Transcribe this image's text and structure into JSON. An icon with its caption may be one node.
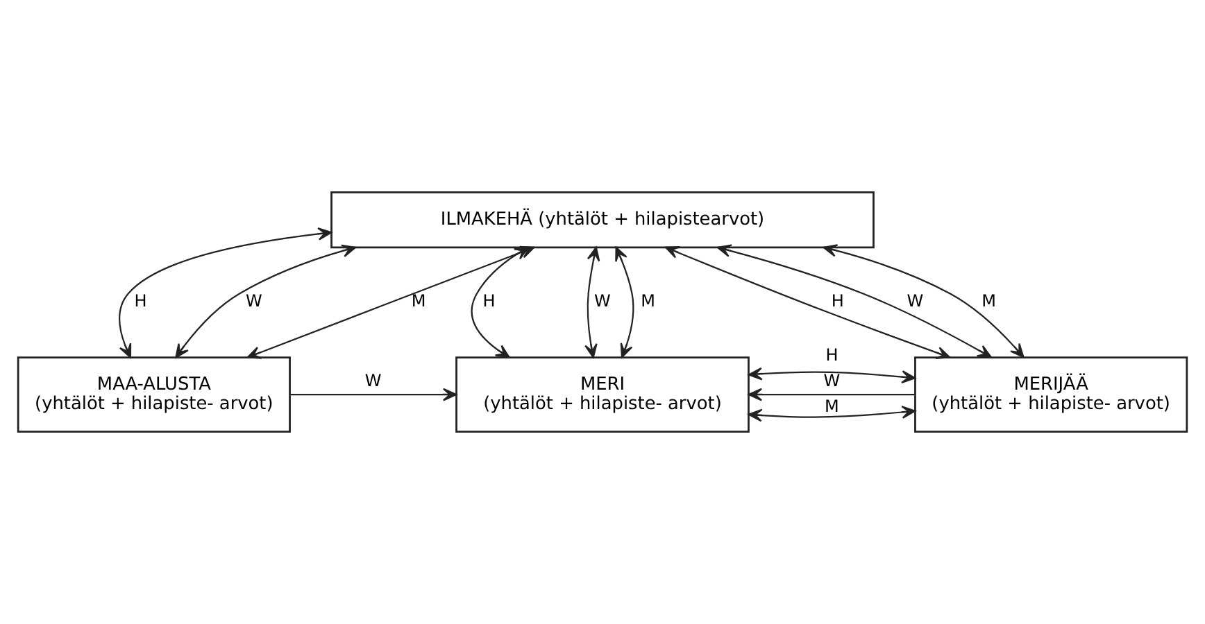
{
  "diagram": {
    "nodes": [
      {
        "text": [
          "ILMAKEHÄ (yhtälöt + hilapistearvot)"
        ]
      },
      {
        "text": [
          "MAA-ALUSTA",
          "(yhtälöt + hilapiste- arvot)"
        ]
      },
      {
        "text": [
          "MERI",
          "(yhtälöt + hilapiste- arvot)"
        ]
      },
      {
        "text": [
          "MERIJÄÄ",
          "(yhtälöt + hilapiste- arvot)"
        ]
      }
    ],
    "edges": [
      {
        "from": 0,
        "to": 1,
        "arrow": "both",
        "label": "H"
      },
      {
        "from": 0,
        "to": 1,
        "arrow": "both",
        "label": "W"
      },
      {
        "from": 0,
        "to": 1,
        "arrow": "both",
        "label": "M"
      },
      {
        "from": 0,
        "to": 2,
        "arrow": "both",
        "label": "H"
      },
      {
        "from": 0,
        "to": 2,
        "arrow": "both",
        "label": "W"
      },
      {
        "from": 0,
        "to": 2,
        "arrow": "both",
        "label": "M"
      },
      {
        "from": 0,
        "to": 3,
        "arrow": "both",
        "label": "H"
      },
      {
        "from": 0,
        "to": 3,
        "arrow": "both",
        "label": "W"
      },
      {
        "from": 0,
        "to": 3,
        "arrow": "both",
        "label": "M"
      },
      {
        "from": 1,
        "to": 2,
        "arrow": "to",
        "label": "W"
      },
      {
        "from": 2,
        "to": 3,
        "arrow": "both",
        "label": "H"
      },
      {
        "from": 3,
        "to": 2,
        "arrow": "to",
        "label": "W"
      },
      {
        "from": 2,
        "to": 3,
        "arrow": "both",
        "label": "M"
      }
    ]
  }
}
